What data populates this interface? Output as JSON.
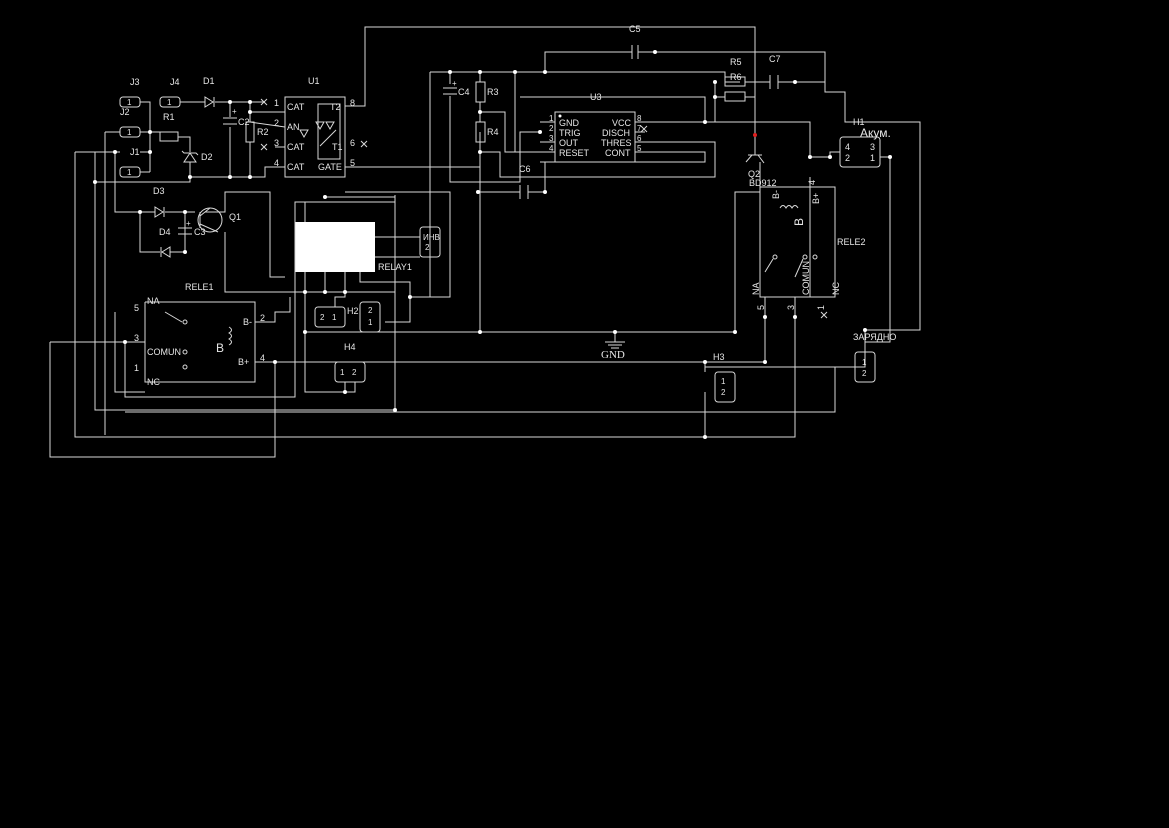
{
  "schematic": {
    "background": "#000000",
    "wire_color": "#d8d8d8",
    "labels": {
      "J3": "J3",
      "J4": "J4",
      "J2": "J2",
      "J1": "J1",
      "D1": "D1",
      "D2": "D2",
      "D3": "D3",
      "D4": "D4",
      "R1": "R1",
      "R2": "R2",
      "R3": "R3",
      "R4": "R4",
      "R5": "R5",
      "R6": "R6",
      "C2": "C2",
      "C3": "C3",
      "C4": "C4",
      "C5": "C5",
      "C6": "C6",
      "C7": "C7",
      "U1": "U1",
      "U3": "U3",
      "Q1": "Q1",
      "Q2": "Q2",
      "BD912": "BD912",
      "RELE1": "RELE1",
      "RELE2": "RELE2",
      "RELAY1": "RELAY1",
      "H1": "H1",
      "H2": "H2",
      "H3": "H3",
      "H4": "H4",
      "GND": "GND",
      "akum": "Акум.",
      "zaryadno": "ЗАРЯДНО",
      "inv": "ИНВ"
    },
    "pin_one": "1",
    "u1_pins": [
      "CAT",
      "AN",
      "CAT",
      "CAT",
      "T2",
      "T1",
      "GATE"
    ],
    "u1_pin_numbers": [
      "1",
      "2",
      "3",
      "4",
      "8",
      "6",
      "5"
    ],
    "u3_left_pins": [
      "GND",
      "TRIG",
      "OUT",
      "RESET"
    ],
    "u3_right_pins": [
      "VCC",
      "DISCH",
      "THRES",
      "CONT"
    ],
    "u3_left_numbers": [
      "1",
      "2",
      "3",
      "4"
    ],
    "u3_right_numbers": [
      "8",
      "7",
      "6",
      "5"
    ],
    "rele1": {
      "na": "NA",
      "comun": "COMUN",
      "nc": "NC",
      "b": "B",
      "b_minus": "B-",
      "b_plus": "B+",
      "pins": [
        "5",
        "3",
        "1",
        "2",
        "4"
      ]
    },
    "rele2": {
      "na": "NA",
      "comun": "COMUN",
      "nc": "NC",
      "b": "B",
      "b_minus": "B-",
      "b_plus": "B+",
      "pins": [
        "5",
        "3",
        "1",
        "4"
      ]
    },
    "header_pins": {
      "h1": [
        "4",
        "2",
        "3",
        "1"
      ],
      "two": [
        "2",
        "1"
      ],
      "one_two": [
        "1",
        "2"
      ]
    }
  }
}
